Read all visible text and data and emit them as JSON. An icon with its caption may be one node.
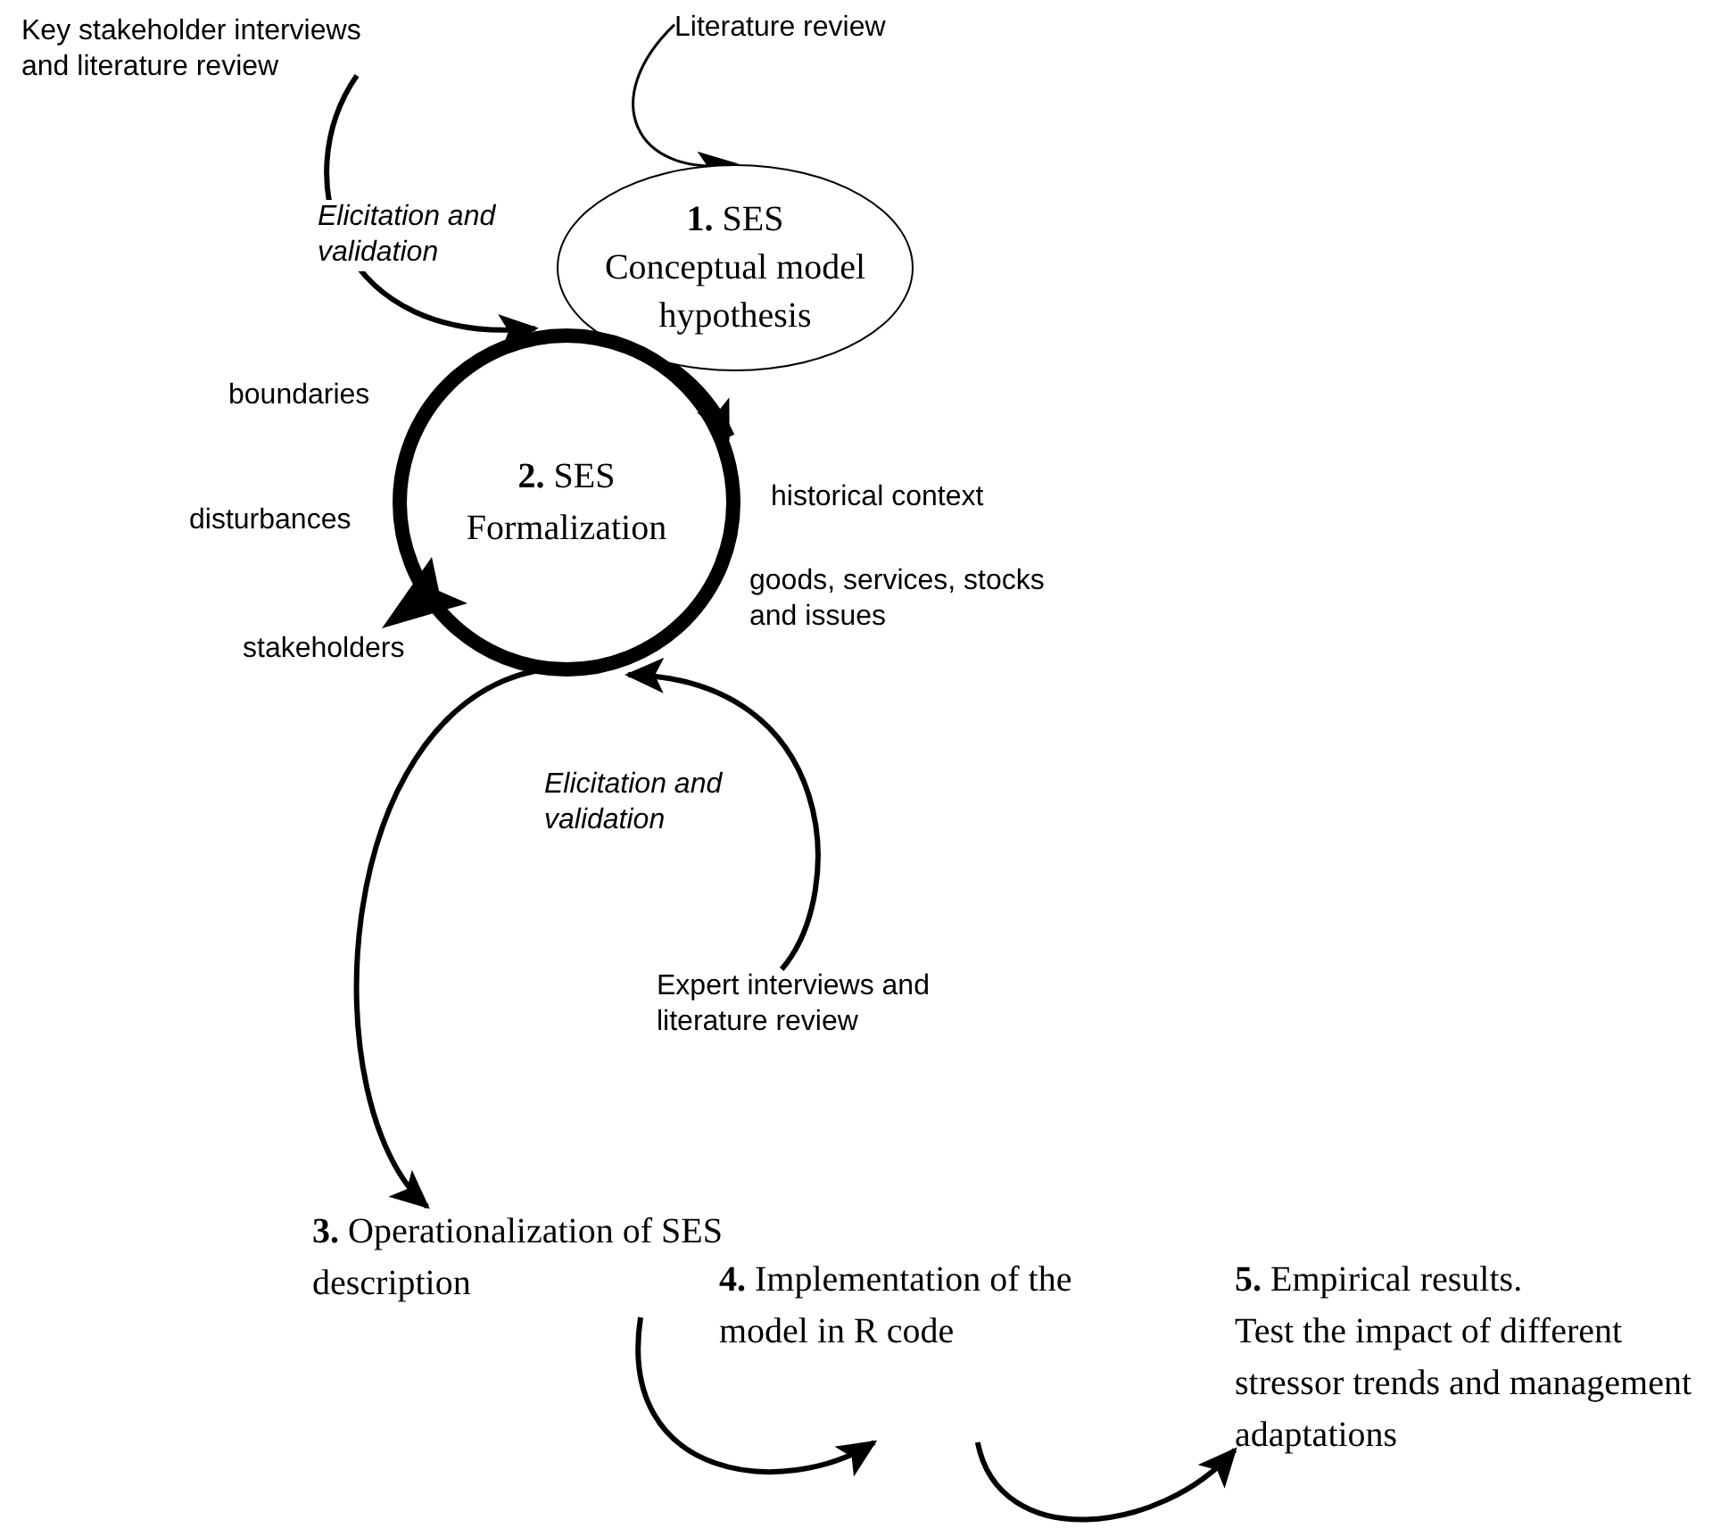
{
  "diagram": {
    "nodes": [
      {
        "text": [
          "Key stakeholder interviews and literature review"
        ]
      },
      {
        "text": [
          "Literature review"
        ]
      },
      {
        "text": [
          "**1.** SES",
          "Conceptual model hypothesis"
        ]
      },
      {
        "text": [
          "**2.** SES Formalization"
        ]
      },
      {
        "text": [
          "Expert interviews and literature review"
        ]
      },
      {
        "text": [
          "**3.** Operationalization of SES description"
        ]
      },
      {
        "text": [
          "**4.** Implementation of the model in R code"
        ]
      },
      {
        "text": [
          "**5.** Empirical results.",
          "Test the impact of different stressor trends and management adaptations"
        ]
      }
    ],
    "edges": [
      {
        "from": 0,
        "to": 3,
        "arrow": "to",
        "label": "Elicitation and validation"
      },
      {
        "from": 1,
        "to": 2,
        "arrow": "to"
      },
      {
        "from": 2,
        "to": 3,
        "arrow": "to",
        "style": "thick"
      },
      {
        "from": 4,
        "to": 3,
        "arrow": "to",
        "label": "Elicitation and validation"
      },
      {
        "from": 3,
        "to": 5,
        "arrow": "to"
      },
      {
        "from": 5,
        "to": 6,
        "arrow": "to"
      },
      {
        "from": 6,
        "to": 7,
        "arrow": "to"
      }
    ],
    "labels": [
      "boundaries",
      "disturbances",
      "stakeholders",
      "historical context",
      "goods, services, stocks and issues"
    ]
  }
}
